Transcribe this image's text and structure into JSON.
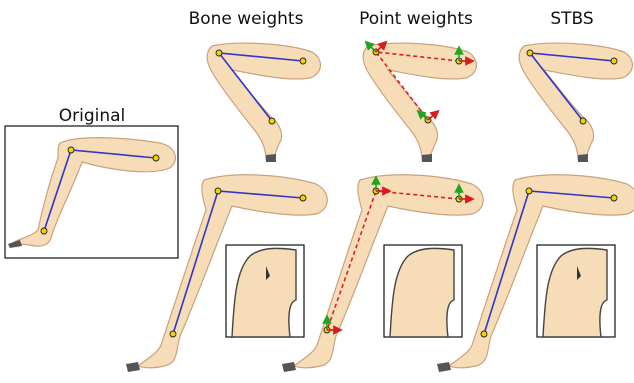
{
  "labels": {
    "original": "Original",
    "bone_weights": "Bone weights",
    "point_weights": "Point weights",
    "stbs": "STBS"
  },
  "colors": {
    "skin": "#f7dcb8",
    "bone": "#2f36c8",
    "point_handle": "#e02020",
    "joint": "#f4d200",
    "axis_x": "#d81b1b",
    "axis_y": "#1fa51f"
  }
}
